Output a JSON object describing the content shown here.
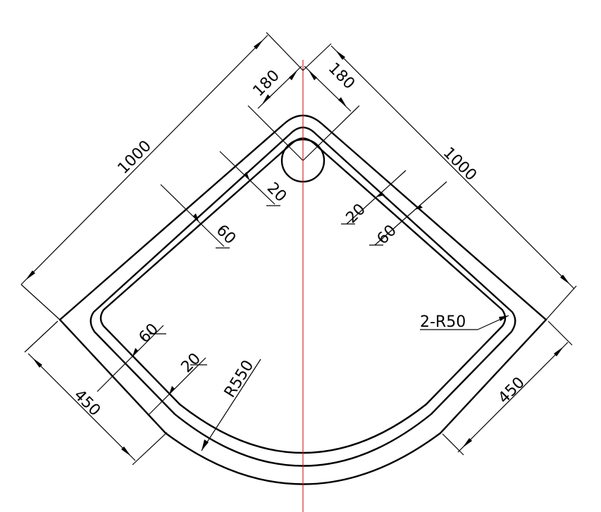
{
  "colors": {
    "line": "#000000",
    "centerline": "#d41a1a",
    "background": "#ffffff"
  },
  "dimensions": {
    "left_length": "1000",
    "right_length": "1000",
    "drain_left": "180",
    "drain_right": "180",
    "left_rim_inner": "20",
    "left_rim_outer": "60",
    "right_rim_inner": "20",
    "right_rim_outer": "60",
    "bottom_left_outer": "60",
    "bottom_left_inner": "20",
    "bottom_left_straight": "450",
    "bottom_right_straight": "450",
    "radius": "R550",
    "corner_radius": "2-R50"
  }
}
